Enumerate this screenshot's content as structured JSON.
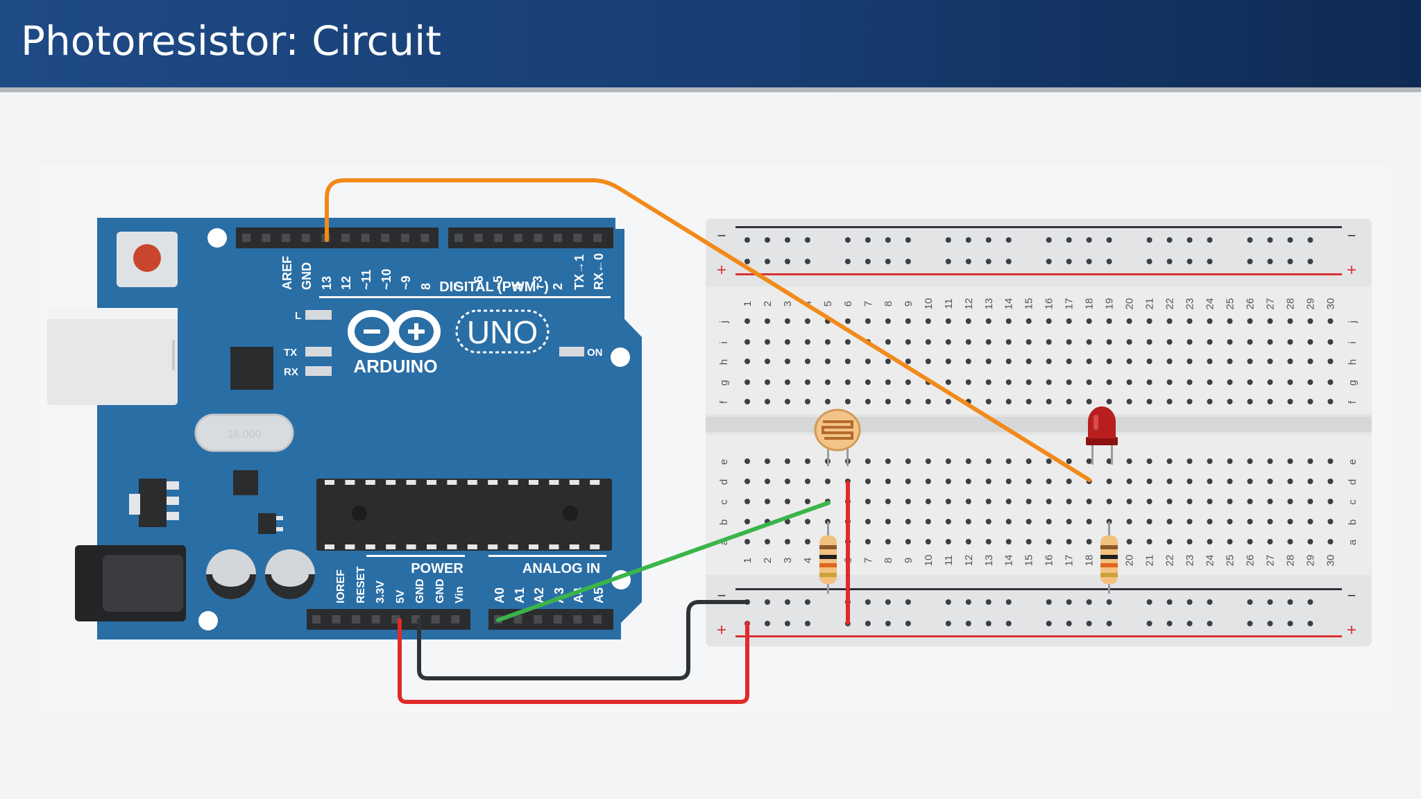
{
  "slide": {
    "title": "Photoresistor: Circuit"
  },
  "colors": {
    "header": "#1a467f",
    "board": "#2a6ea6",
    "wire_orange": "#f28a1a",
    "wire_red": "#e02a2a",
    "wire_black": "#2f3236",
    "wire_green": "#3bb54a",
    "led": "#b81e1e"
  },
  "board": {
    "logo_text": "ARDUINO",
    "model": "UNO",
    "on_label": "ON",
    "l_label": "L",
    "tx_label": "TX",
    "rx_label": "RX",
    "digital_label": "DIGITAL (PWM~)",
    "power_label": "POWER",
    "analog_label": "ANALOG IN",
    "digital_pins": [
      "AREF",
      "GND",
      "13",
      "12",
      "~11",
      "~10",
      "~9",
      "8",
      "7",
      "~6",
      "~5",
      "4",
      "~3",
      "2",
      "TX→1",
      "RX←0"
    ],
    "power_pins": [
      "IOREF",
      "RESET",
      "3.3V",
      "5V",
      "GND",
      "GND",
      "Vin"
    ],
    "analog_pins": [
      "A0",
      "A1",
      "A2",
      "A3",
      "A4",
      "A5"
    ],
    "crystal_text": "16.000"
  },
  "breadboard": {
    "columns": [
      "1",
      "2",
      "3",
      "4",
      "5",
      "6",
      "7",
      "8",
      "9",
      "10",
      "11",
      "12",
      "13",
      "14",
      "15",
      "16",
      "17",
      "18",
      "19",
      "20",
      "21",
      "22",
      "23",
      "24",
      "25",
      "26",
      "27",
      "28",
      "29",
      "30"
    ],
    "top_rows": [
      "j",
      "i",
      "h",
      "g",
      "f"
    ],
    "bottom_rows": [
      "e",
      "d",
      "c",
      "b",
      "a"
    ],
    "minus_label": "−",
    "plus_label": "+"
  },
  "components": [
    "photoresistor-icon",
    "resistor-icon",
    "led-icon"
  ]
}
